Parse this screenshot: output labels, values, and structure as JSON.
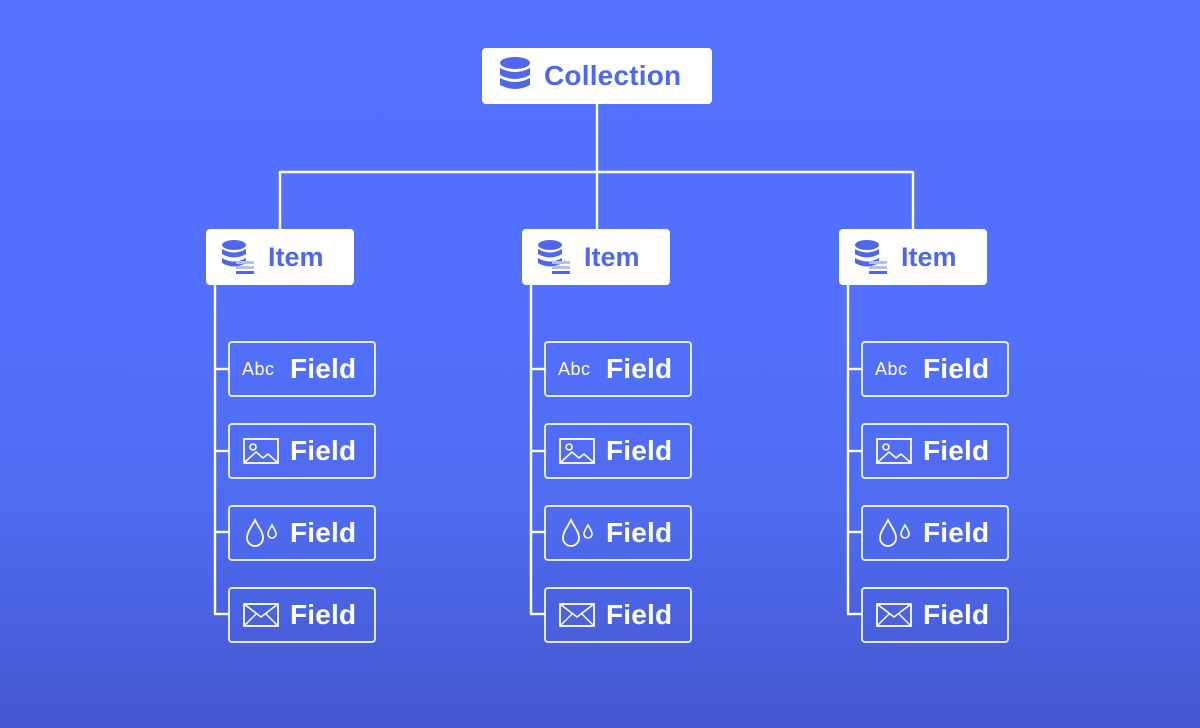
{
  "collection": {
    "label": "Collection",
    "icon": "database-icon"
  },
  "items": [
    {
      "label": "Item",
      "icon": "item-database-icon",
      "fields": [
        {
          "icon": "abc-text-icon",
          "icon_text": "Abc",
          "label": "Field"
        },
        {
          "icon": "image-icon",
          "label": "Field"
        },
        {
          "icon": "color-drops-icon",
          "label": "Field"
        },
        {
          "icon": "email-envelope-icon",
          "label": "Field"
        }
      ]
    },
    {
      "label": "Item",
      "icon": "item-database-icon",
      "fields": [
        {
          "icon": "abc-text-icon",
          "icon_text": "Abc",
          "label": "Field"
        },
        {
          "icon": "image-icon",
          "label": "Field"
        },
        {
          "icon": "color-drops-icon",
          "label": "Field"
        },
        {
          "icon": "email-envelope-icon",
          "label": "Field"
        }
      ]
    },
    {
      "label": "Item",
      "icon": "item-database-icon",
      "fields": [
        {
          "icon": "abc-text-icon",
          "icon_text": "Abc",
          "label": "Field"
        },
        {
          "icon": "image-icon",
          "label": "Field"
        },
        {
          "icon": "color-drops-icon",
          "label": "Field"
        },
        {
          "icon": "email-envelope-icon",
          "label": "Field"
        }
      ]
    }
  ],
  "colors": {
    "background_top": "#5472ff",
    "background_bottom": "#4458cf",
    "node_text": "#5067ec",
    "node_background": "#ffffff",
    "field_outline": "#ffffff"
  }
}
